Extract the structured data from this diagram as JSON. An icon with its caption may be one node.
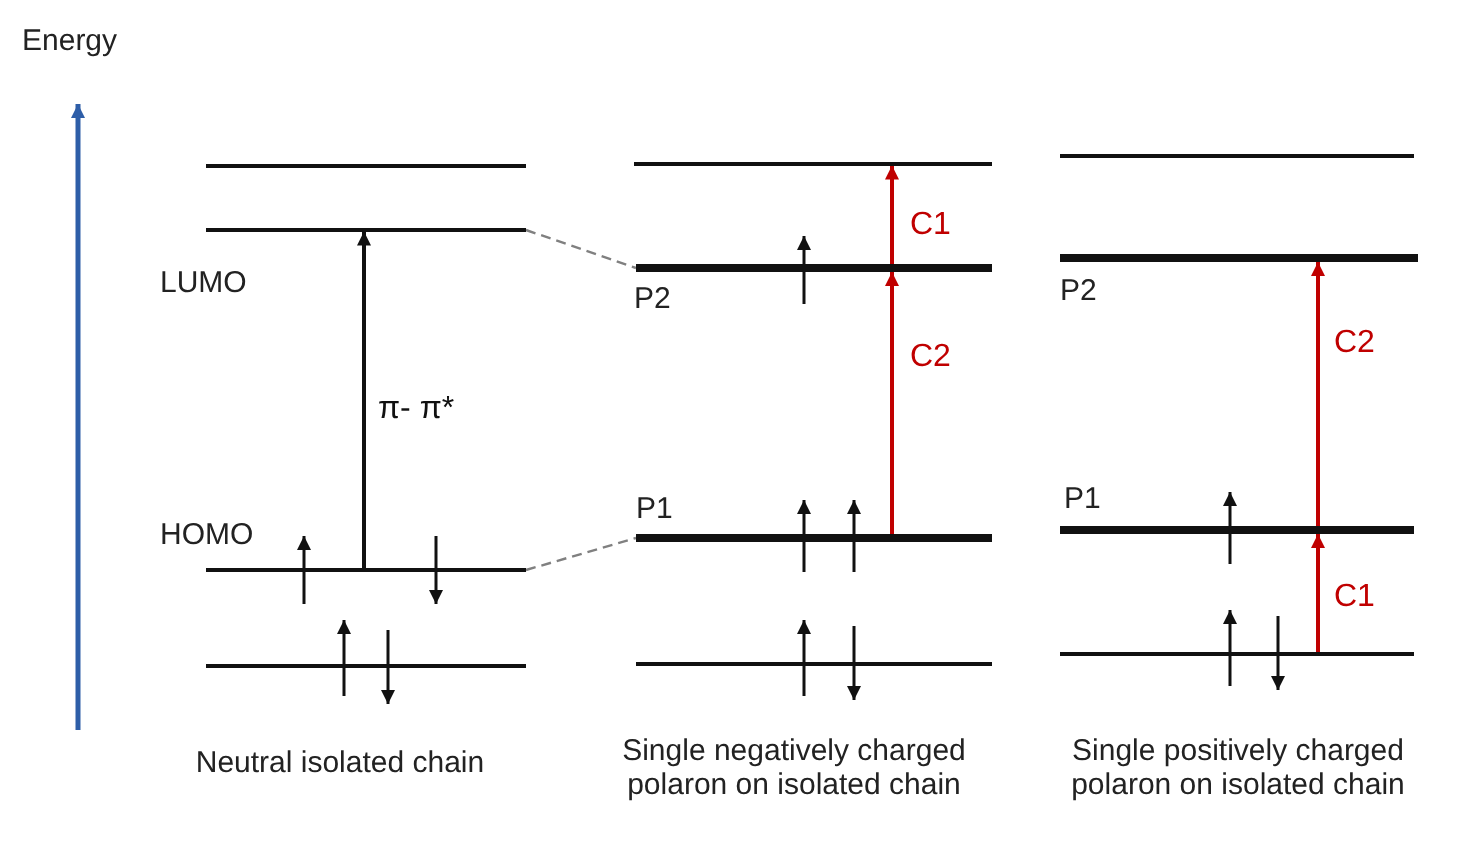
{
  "diagram": {
    "nodes": [
      {
        "text": [],
        "shape": "bar"
      },
      {
        "text": [],
        "shape": "bar",
        "beside": [
          "LUMO"
        ]
      },
      {
        "text": [],
        "shape": "bar",
        "beside": [
          "HOMO"
        ]
      },
      {
        "text": [],
        "shape": "bar"
      },
      {
        "text": [],
        "shape": "bar"
      },
      {
        "text": [],
        "shape": "bar",
        "beside": [
          "P2"
        ]
      },
      {
        "text": [],
        "shape": "bar",
        "beside": [
          "P1"
        ]
      },
      {
        "text": [],
        "shape": "bar"
      },
      {
        "text": [],
        "shape": "bar"
      },
      {
        "text": [],
        "shape": "bar",
        "beside": [
          "P2"
        ]
      },
      {
        "text": [],
        "shape": "bar",
        "beside": [
          "P1"
        ]
      },
      {
        "text": [],
        "shape": "bar"
      }
    ],
    "edges": [
      {
        "from": 2,
        "to": 1,
        "arrow": "to",
        "label": "π- π*",
        "color": "#111111"
      },
      {
        "from": 5,
        "to": 4,
        "arrow": "to",
        "label": "C1",
        "color": "#c00000"
      },
      {
        "from": 6,
        "to": 5,
        "arrow": "to",
        "label": "C2",
        "color": "#c00000"
      },
      {
        "from": 10,
        "to": 9,
        "arrow": "to",
        "label": "C2",
        "color": "#c00000"
      },
      {
        "from": 11,
        "to": 10,
        "arrow": "to",
        "label": "C1",
        "color": "#c00000"
      },
      {
        "from": 1,
        "to": 5,
        "arrow": "none",
        "style": "dashed",
        "color": "#808080"
      },
      {
        "from": 2,
        "to": 6,
        "arrow": "none",
        "style": "dashed",
        "color": "#808080"
      }
    ],
    "labels": [
      "Energy",
      "Neutral isolated chain",
      "Single negatively charged polaron on isolated chain",
      "Single positively charged polaron on isolated chain"
    ]
  }
}
